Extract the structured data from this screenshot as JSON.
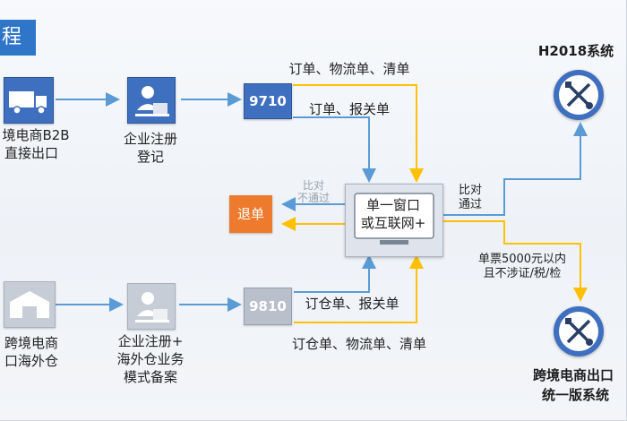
{
  "header": {
    "title_fragment": "程"
  },
  "top_flow": {
    "source_label_line1": "境电商B2B",
    "source_label_line2": "直接出口",
    "register_label_line1": "企业注册",
    "register_label_line2": "登记",
    "code": "9710",
    "upper_docs": "订单、物流单、清单",
    "lower_docs": "订单、报关单"
  },
  "bottom_flow": {
    "source_label_line1": "跨境电商",
    "source_label_line2": "口海外仓",
    "register_label_line1": "企业注册+",
    "register_label_line2": "海外仓业务",
    "register_label_line3": "模式备案",
    "code": "9810",
    "upper_docs": "订仓单、报关单",
    "lower_docs": "订仓单、物流单、清单"
  },
  "center": {
    "window_line1": "单一窗口",
    "window_line2": "或互联网+",
    "reject_label": "退单",
    "fail_line1": "比对",
    "fail_line2": "不通过",
    "pass_line1": "比对",
    "pass_line2": "通过",
    "threshold_line1": "单票5000元以内",
    "threshold_line2": "且不涉证/税/检"
  },
  "systems": {
    "h2018_label": "H2018系统",
    "unified_line1": "跨境电商出口",
    "unified_line2": "统一版系统"
  },
  "colors": {
    "blue_arrow": "#5b9bd5",
    "yellow_arrow": "#ffc000",
    "node_blue": "#3f6fbf",
    "reject_orange": "#ee7b2d"
  }
}
